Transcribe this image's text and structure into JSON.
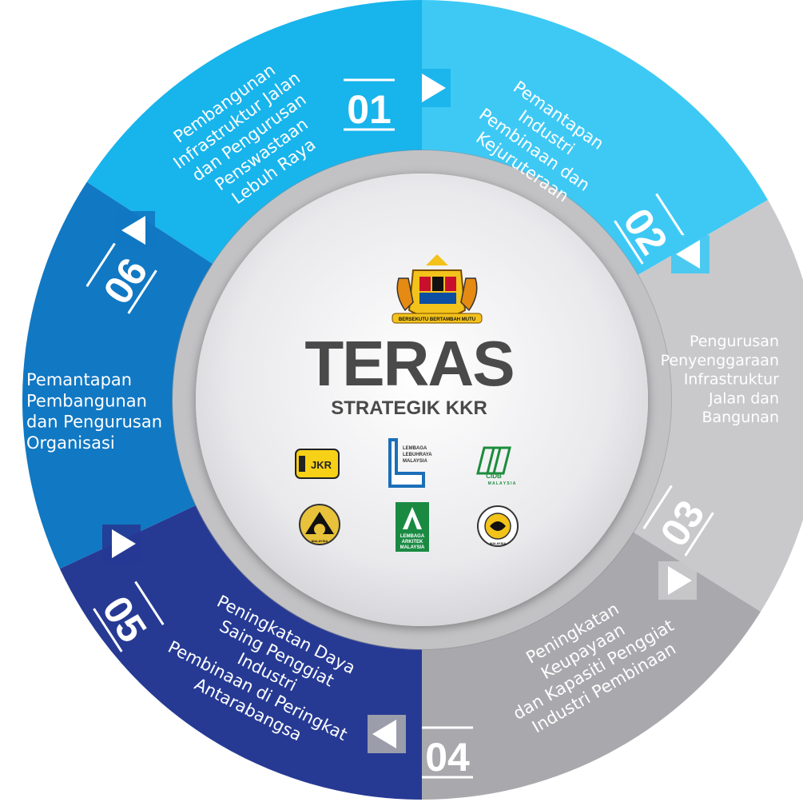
{
  "center": {
    "title": "TERAS",
    "subtitle": "STRATEGIK KKR"
  },
  "segments": [
    {
      "number": "01",
      "lines": [
        "Pembangunan",
        "Infrastruktur Jalan",
        "dan Pengurusan",
        "Penswastaan",
        "Lebuh Raya"
      ],
      "color": "#18b4ec"
    },
    {
      "number": "02",
      "lines": [
        "Pemantapan",
        "Industri",
        "Pembinaan dan",
        "Kejuruteraan"
      ],
      "color": "#3ec9f5"
    },
    {
      "number": "03",
      "lines": [
        "Pengurusan",
        "Penyenggaraan",
        "Infrastruktur",
        "Jalan dan",
        "Bangunan"
      ],
      "color": "#c9c9cc"
    },
    {
      "number": "04",
      "lines": [
        "Peningkatan",
        "Keupayaan",
        "dan Kapasiti Penggiat",
        "Industri Pembinaan"
      ],
      "color": "#a9a9ad"
    },
    {
      "number": "05",
      "lines": [
        "Peningkatan Daya",
        "Saing Penggiat",
        "Industri",
        "Pembinaan di Peringkat",
        "Antarabangsa"
      ],
      "color": "#263a94"
    },
    {
      "number": "06",
      "lines": [
        "Pemantapan",
        "Pembangunan",
        "dan Pengurusan",
        "Organisasi"
      ],
      "color": "#1178c3"
    }
  ],
  "logos": {
    "jkr": "JKR",
    "llm": [
      "LEMBAGA",
      "LEBUHRAYA",
      "MALAYSIA"
    ],
    "cidb": [
      "CIDB",
      "M A L A Y S I A"
    ],
    "lam": [
      "LEMBAGA",
      "ARKITEK",
      "MALAYSIA"
    ],
    "bem_bottom": "MALAYSIA",
    "ljb_bottom": "MALAYSIA"
  },
  "crest": {
    "motto": "BERSEKUTU BERTAMBAH MUTU"
  }
}
